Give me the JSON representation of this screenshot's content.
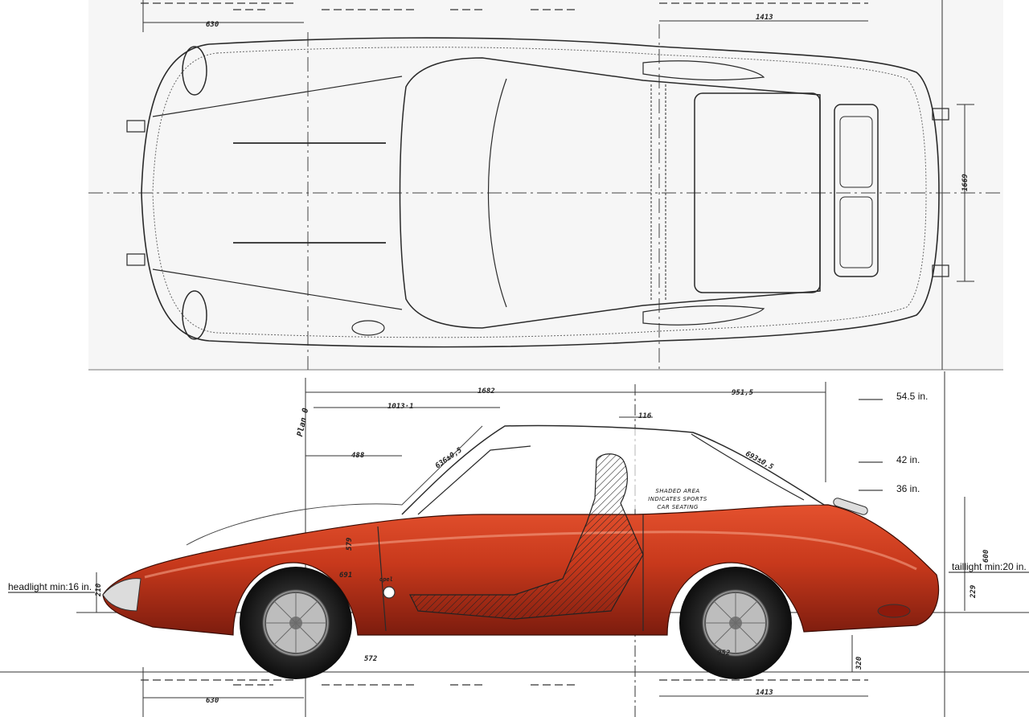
{
  "top_view": {
    "dimensions": {
      "front_offset": "630",
      "rear_track_top": "1413",
      "width": "1669"
    }
  },
  "side_view": {
    "reference_plane": "Plan 0",
    "dimensions": {
      "overall_cabin": "1682",
      "front_to_windshield": "1013·1",
      "windshield_to_rear": "951,5",
      "roof_step": "116",
      "hood": "488",
      "windshield_len": "636±0,5",
      "rear_window_len": "693±0,5",
      "overall_height": "600",
      "dim_579": "579",
      "dim_229": "229",
      "dim_210": "210",
      "dim_572": "572",
      "dim_320": "320",
      "dim_952": "952",
      "dim_691": "691",
      "bottom_front": "630",
      "bottom_rear": "1413"
    },
    "note_lines": [
      "SHADED AREA",
      "INDICATES SPORTS",
      "CAR SEATING"
    ],
    "badge": "opel"
  },
  "annotations": {
    "roof_height": "54.5 in.",
    "belt_height": "42 in.",
    "deck_height": "36 in.",
    "headlight": "headlight min:16 in.",
    "taillight": "taillight min:20 in."
  },
  "colors": {
    "body_red": "#c8391c",
    "line_ink": "#2a2a2a",
    "paper": "#f6f6f6"
  }
}
